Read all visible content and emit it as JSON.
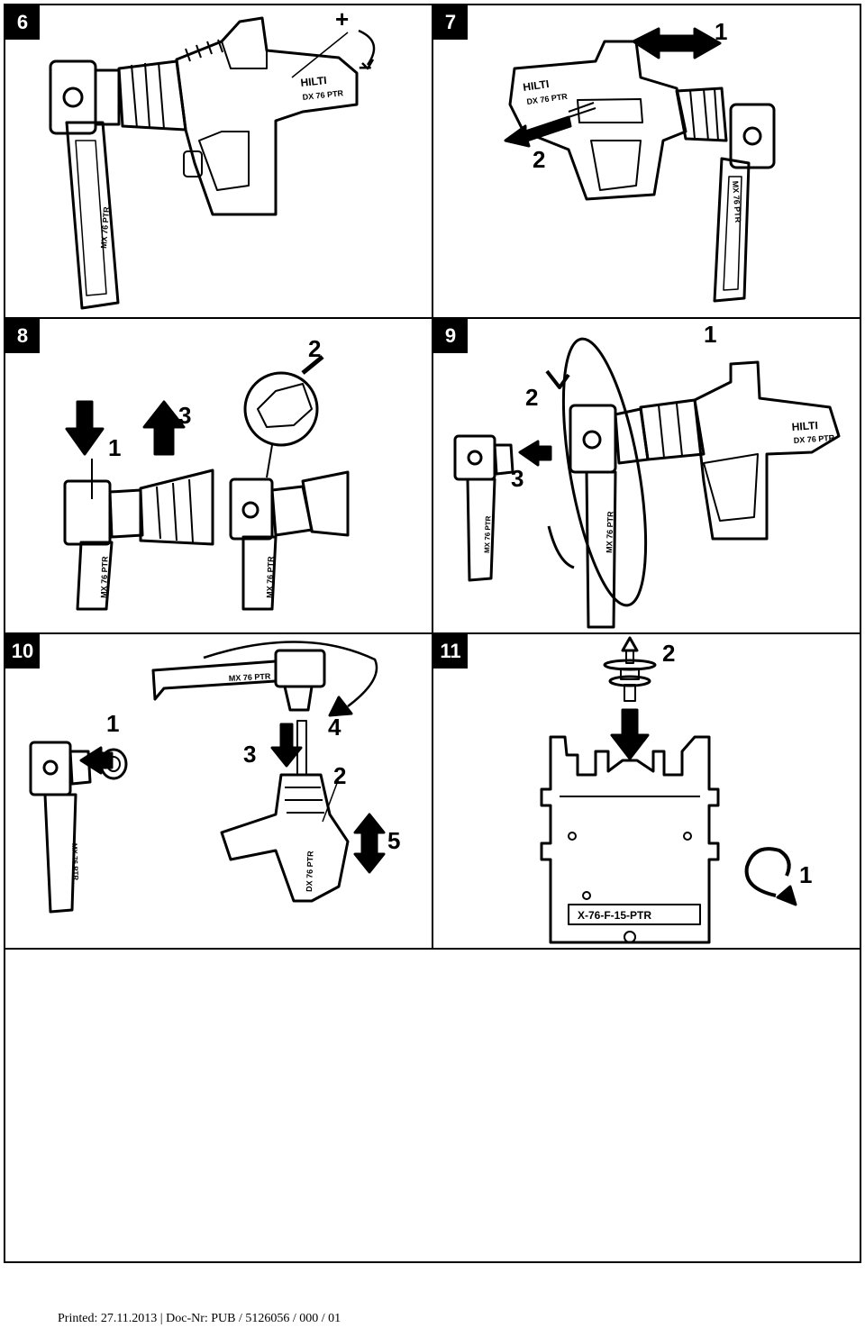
{
  "panels": [
    {
      "number": "6",
      "callouts": {
        "plus": "+",
        "minus": "–"
      },
      "labels": {
        "brand": "HILTI",
        "tool": "DX 76 PTR",
        "magazine": "MX 76 PTR"
      }
    },
    {
      "number": "7",
      "callouts": {
        "c1": "1",
        "c2": "2"
      },
      "labels": {
        "brand": "HILTI",
        "tool": "DX 76 PTR",
        "magazine": "MX 76 PTR"
      }
    },
    {
      "number": "8",
      "callouts": {
        "c1": "1",
        "c2": "2",
        "c3": "3"
      },
      "labels": {
        "magazine_a": "MX 76 PTR",
        "magazine_b": "MX 76 PTR"
      }
    },
    {
      "number": "9",
      "callouts": {
        "c1": "1",
        "c2": "2",
        "c3": "3"
      },
      "labels": {
        "brand": "HILTI",
        "tool": "DX 76 PTR",
        "magazine_a": "MX 76 PTR",
        "magazine_b": "MX 76 PTR"
      }
    },
    {
      "number": "10",
      "callouts": {
        "c1": "1",
        "c2": "2",
        "c3": "3",
        "c4": "4",
        "c5": "5"
      },
      "labels": {
        "magazine_a": "MX 76 PTR",
        "magazine_b": "MX 76 PTR",
        "tool": "DX 76 PTR"
      }
    },
    {
      "number": "11",
      "callouts": {
        "c1": "1",
        "c2": "2"
      },
      "labels": {
        "fastener": "X-76-F-15-PTR"
      }
    }
  ],
  "footer": "Printed: 27.11.2013 | Doc-Nr: PUB / 5126056 / 000 / 01"
}
